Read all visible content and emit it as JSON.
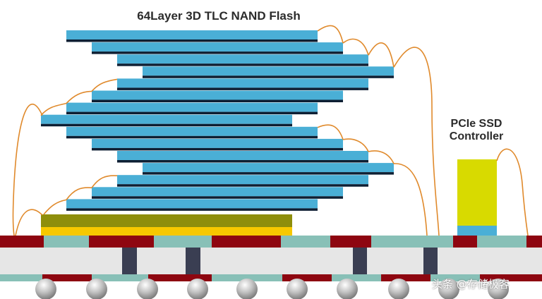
{
  "title": "64Layer 3D TLC NAND Flash",
  "controller": {
    "line1": "PCIe SSD",
    "line2": "Controller"
  },
  "watermark": "头条 @存储极客",
  "colors": {
    "die": "#4aafd6",
    "die_shadow": "#0e1f33",
    "wire": "#e08a2c",
    "interposer": "#8e8e0c",
    "interposer_base": "#f7c800",
    "controller": "#d8da00",
    "controller_base": "#4aafd6",
    "pad_red": "#8e0610",
    "pad_teal": "#88c0b7",
    "substrate": "#e6e6e6",
    "via": "#3a3e52",
    "ball": "#bdbdbd"
  }
}
